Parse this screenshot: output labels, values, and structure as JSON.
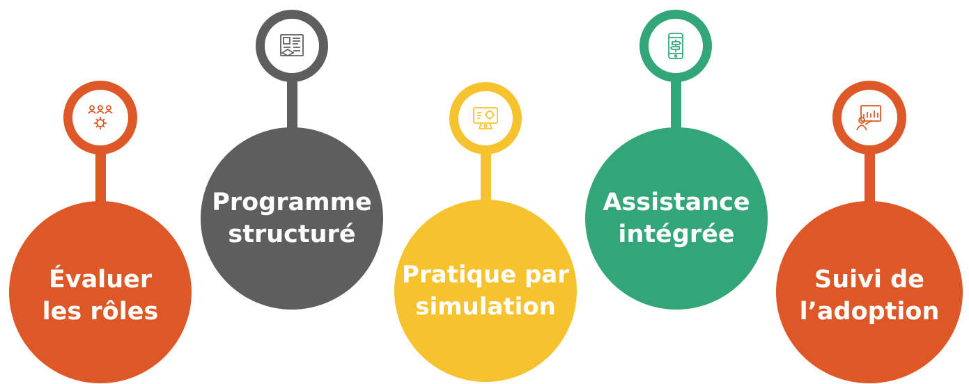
{
  "steps": [
    {
      "label": "Évaluer\nles rôles",
      "color": "#de5726",
      "icon": "team-settings-icon"
    },
    {
      "label": "Programme\nstructuré",
      "color": "#5e5e5e",
      "icon": "training-program-icon"
    },
    {
      "label": "Pratique par\nsimulation",
      "color": "#f6c22e",
      "icon": "simulation-screen-icon"
    },
    {
      "label": "Assistance\nintégrée",
      "color": "#32a679",
      "icon": "mobile-assistance-icon"
    },
    {
      "label": "Suivi de\nl’adoption",
      "color": "#de5726",
      "icon": "adoption-tracking-icon"
    }
  ]
}
